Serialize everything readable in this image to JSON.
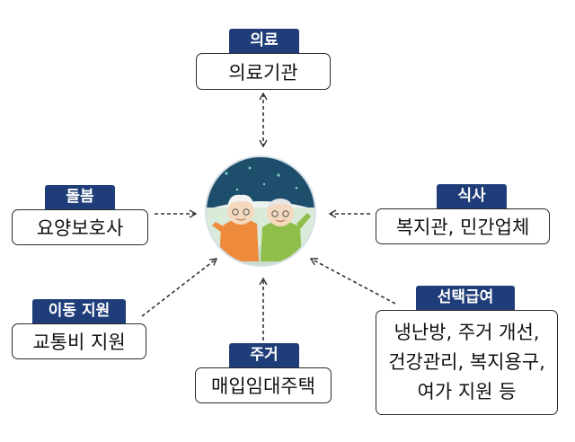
{
  "nodes": {
    "medical": {
      "tag": "의료",
      "text": "의료기관"
    },
    "care": {
      "tag": "돌봄",
      "text": "요양보호사"
    },
    "meal": {
      "tag": "식사",
      "text": "복지관, 민간업체"
    },
    "transport": {
      "tag": "이동 지원",
      "text": "교통비 지원"
    },
    "housing": {
      "tag": "주거",
      "text": "매입임대주택"
    },
    "optional": {
      "tag": "선택급여",
      "lines": [
        "냉난방, 주거 개선,",
        "건강관리, 복지용구,",
        "여가 지원 등"
      ]
    }
  },
  "colors": {
    "tag_bg": "#1f3d78",
    "box_border": "#2a2a2a",
    "arrow": "#333333"
  },
  "center": {
    "icon": "elderly-couple-illustration"
  }
}
